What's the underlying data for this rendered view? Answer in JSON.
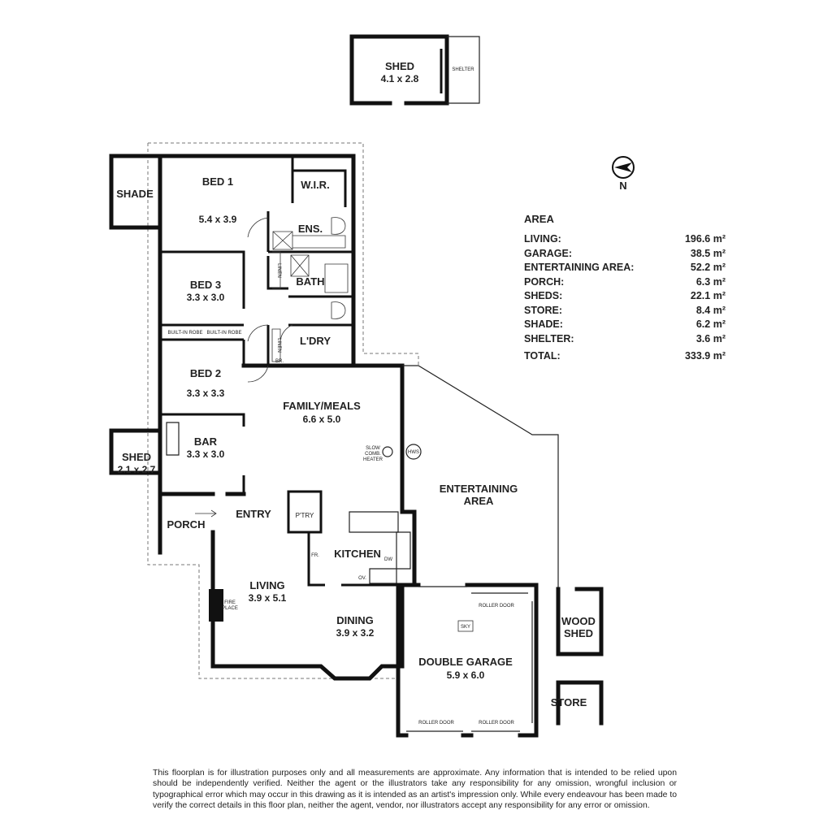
{
  "rooms": {
    "shed_top": {
      "name": "SHED",
      "dims": "4.1 x 2.8"
    },
    "shelter": "SHELTER",
    "shade": "SHADE",
    "bed1": {
      "name": "BED 1",
      "dims": "5.4 x 3.9"
    },
    "wir": "W.I.R.",
    "ens": "ENS.",
    "bath": "BATH",
    "linen1": "LINEN",
    "linen2": "LINEN",
    "laundry": "L'DRY",
    "br": "BR.",
    "bed3": {
      "name": "BED 3",
      "dims": "3.3 x 3.0"
    },
    "robe1": "BUILT-IN ROBE",
    "robe2": "BUILT-IN ROBE",
    "bed2": {
      "name": "BED 2",
      "dims": "3.3 x 3.3"
    },
    "bar": {
      "name": "BAR",
      "dims": "3.3 x 3.0"
    },
    "shed_side": {
      "name": "SHED",
      "dims": "2.1 x 2.7"
    },
    "family": {
      "name": "FAMILY/MEALS",
      "dims": "6.6 x 5.0"
    },
    "heater": [
      "SLOW",
      "COMB.",
      "HEATER"
    ],
    "hws": "HWS",
    "porch": "PORCH",
    "entry": "ENTRY",
    "pantry": "P'TRY",
    "fridge": "FR.",
    "kitchen": "KITCHEN",
    "dw": "DW",
    "oven": "OV.",
    "living": {
      "name": "LIVING",
      "dims": "3.9 x 5.1"
    },
    "fireplace": [
      "FIRE",
      "PLACE"
    ],
    "dining": {
      "name": "DINING",
      "dims": "3.9 x 3.2"
    },
    "entertaining": {
      "name": "ENTERTAINING",
      "name2": "AREA"
    },
    "garage": {
      "name": "DOUBLE GARAGE",
      "dims": "5.9 x 6.0"
    },
    "roller_door_top": "ROLLER DOOR",
    "roller_door_left": "ROLLER DOOR",
    "roller_door_right": "ROLLER DOOR",
    "sky": "SKY",
    "wood_shed": {
      "name": "WOOD",
      "name2": "SHED"
    },
    "store": "STORE"
  },
  "compass": {
    "label": "N"
  },
  "area": {
    "title": "AREA",
    "rows": [
      {
        "label": "LIVING:",
        "value": "196.6 m²"
      },
      {
        "label": "GARAGE:",
        "value": "38.5 m²"
      },
      {
        "label": "ENTERTAINING AREA:",
        "value": "52.2 m²"
      },
      {
        "label": "PORCH:",
        "value": "6.3 m²"
      },
      {
        "label": "SHEDS:",
        "value": "22.1 m²"
      },
      {
        "label": "STORE:",
        "value": "8.4 m²"
      },
      {
        "label": "SHADE:",
        "value": "6.2 m²"
      },
      {
        "label": "SHELTER:",
        "value": "3.6 m²"
      }
    ],
    "total": {
      "label": "TOTAL:",
      "value": "333.9 m²"
    }
  },
  "disclaimer": "This floorplan is for illustration purposes only and all measurements are approximate. Any information that is intended to be relied upon should be independently verified. Neither the agent or the illustrators take any responsibility for any omission, wrongful inclusion or typographical error which may occur in this drawing as it is intended as an artist's impression only. While every endeavour has been made to verify the correct details in this floor plan, neither the agent, vendor, nor illustrators accept any responsibility for any error or omission."
}
